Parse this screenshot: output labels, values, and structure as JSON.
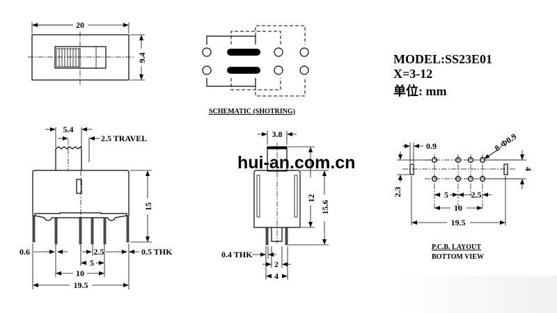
{
  "model": {
    "model_line": "MODEL:SS23E01",
    "x_line": "X=3-12",
    "unit_line": "单位: mm"
  },
  "top_view": {
    "width_dim": "20",
    "height_dim": "9.4"
  },
  "schematic": {
    "caption": "SCHEMATIC (SHOTRING)"
  },
  "side_view": {
    "actuator_dim": "5.4",
    "travel_dim": "2.5 TRAVEL",
    "height_dim": "15",
    "pin_width_dim": "0.6",
    "pin_pitch_dim": "2.5",
    "thickness_dim": "0.5 THK",
    "pitch5_dim": "5",
    "pitch10_dim": "10",
    "overall_dim": "19.5"
  },
  "front_view": {
    "actuator_dim": "3.8",
    "body_height_dim": "12",
    "total_height_dim": "15.6",
    "thickness_dim": "0.4 THK",
    "inner_dim": "2",
    "outer_dim": "4"
  },
  "pcb_layout": {
    "slot_dim": "0.9",
    "holes_dim": "8-Φ0.9",
    "row_spacing_dim": "4",
    "offset_dim": "2.3",
    "pitch5_dim": "5",
    "pitch25_dim": "2.5",
    "pitch10_dim": "10",
    "overall_dim": "19.5",
    "caption_line1": "P.C.B. LAYOUT",
    "caption_line2": "BOTTOM VIEW"
  },
  "watermark": "hui-an.com.cn"
}
